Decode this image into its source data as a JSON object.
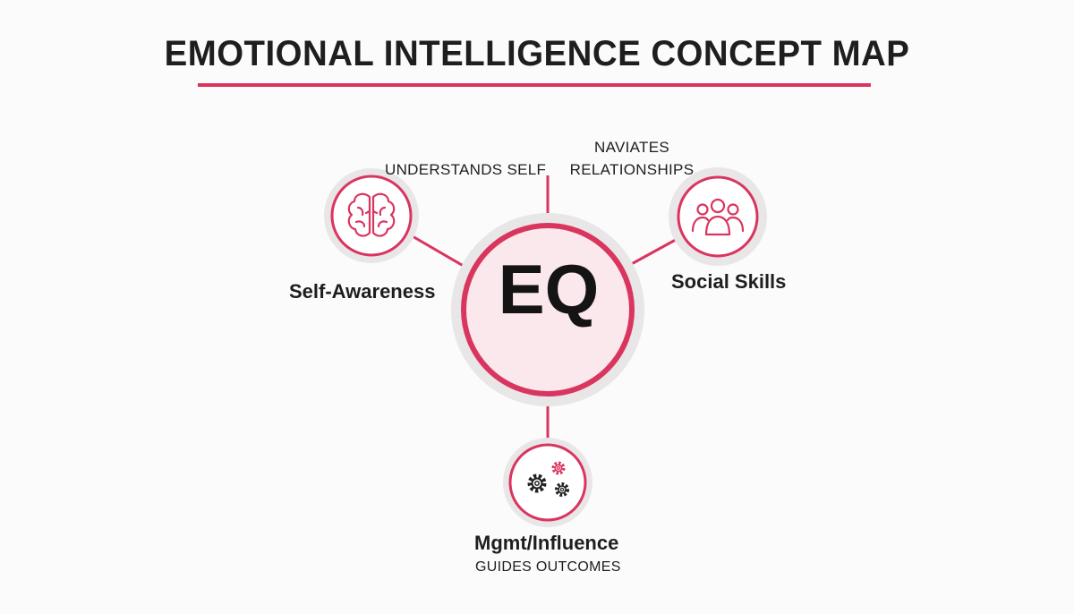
{
  "title": "EMOTIONAL INTELLIGENCE CONCEPT MAP",
  "colors": {
    "accent": "#d9355f",
    "center_fill": "#fae8ec",
    "halo": "#e9e6e7",
    "text": "#1e1e1e"
  },
  "center": {
    "label": "EQ"
  },
  "nodes": [
    {
      "id": "self-awareness",
      "label": "Self-Awareness",
      "icon": "brain-icon",
      "edge_label": "UNDERSTANDS SELF"
    },
    {
      "id": "social-skills",
      "label": "Social Skills",
      "icon": "people-group-icon",
      "edge_label_line1": "NAVIATES",
      "edge_label_line2": "RELATIONSHIPS"
    },
    {
      "id": "mgmt-influence",
      "label": "Mgmt/Influence",
      "icon": "gears-icon",
      "edge_label": "GUIDES OUTCOMES"
    }
  ]
}
